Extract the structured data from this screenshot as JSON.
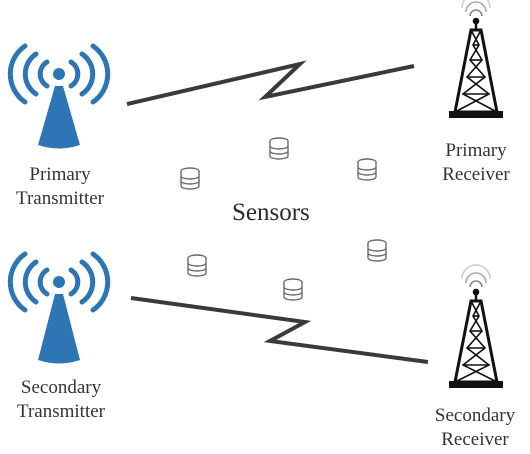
{
  "labels": {
    "primary_transmitter": [
      "Primary",
      "Transmitter"
    ],
    "primary_receiver": [
      "Primary",
      "Receiver"
    ],
    "secondary_transmitter": [
      "Secondary",
      "Transmitter"
    ],
    "secondary_receiver": [
      "Secondary",
      "Receiver"
    ],
    "sensors": "Sensors"
  },
  "icons": {
    "transmitter": "wifi-antenna-icon",
    "receiver": "radio-tower-icon",
    "sensor": "database-sensor-icon",
    "link": "zigzag-wireless-link"
  },
  "colors": {
    "antenna_blue": "#2e75b6",
    "line": "#3a3a3a",
    "sensor_gray": "#6b6b6b",
    "text": "#333333"
  }
}
